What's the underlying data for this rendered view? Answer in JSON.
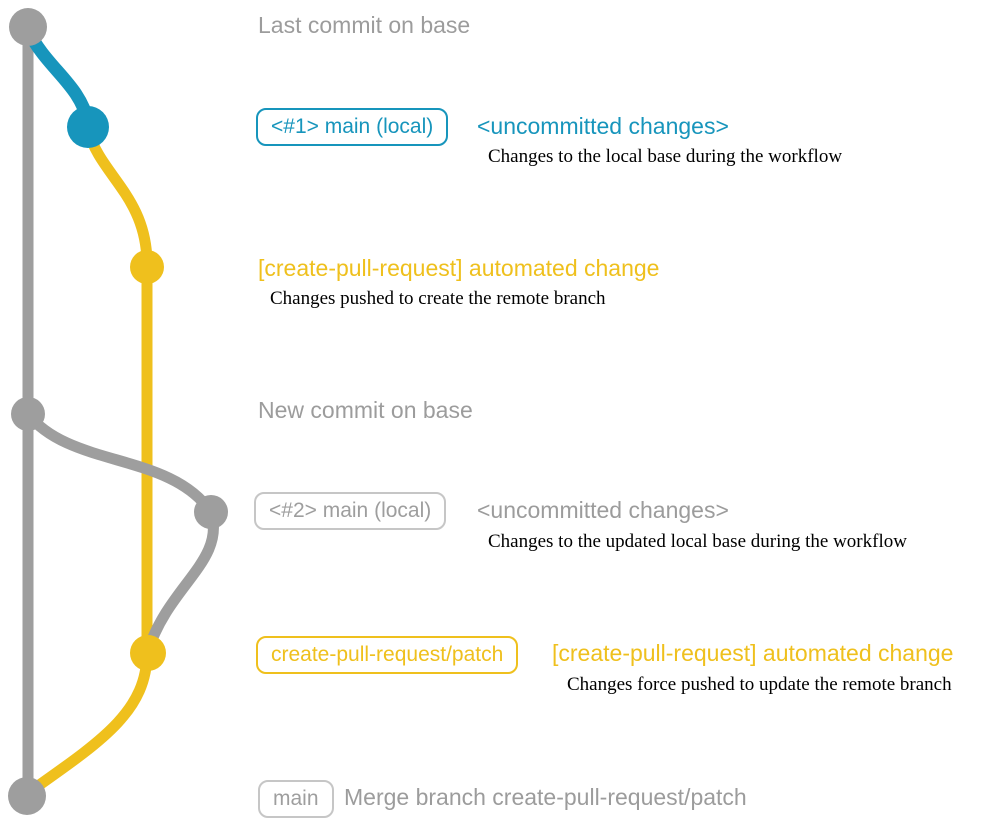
{
  "colors": {
    "graph_gray": "#9E9E9E",
    "blue": "#1795BC",
    "yellow": "#EFC01D",
    "text_gray": "#9C9C9C",
    "border_gray": "#C6C6C6",
    "desc_black": "#000000"
  },
  "rows": [
    {
      "heading": "Last commit on base"
    },
    {
      "badge": "<#1> main (local)",
      "title": "<uncommitted changes>",
      "desc": "Changes to the local base during the workflow"
    },
    {
      "title": "[create-pull-request] automated change",
      "desc": "Changes pushed to create the remote branch"
    },
    {
      "heading": "New commit on base"
    },
    {
      "badge": "<#2> main (local)",
      "title": "<uncommitted changes>",
      "desc": "Changes to the updated local base during the workflow"
    },
    {
      "badge": "create-pull-request/patch",
      "title": "[create-pull-request] automated change",
      "desc": "Changes force pushed to update the remote branch"
    },
    {
      "badge": "main",
      "title": "Merge branch create-pull-request/patch"
    }
  ],
  "graph": {
    "commit_dots": [
      {
        "name": "last-commit-on-base",
        "color": "gray"
      },
      {
        "name": "main-local-1-commit",
        "color": "blue"
      },
      {
        "name": "create-pull-request-commit-1",
        "color": "yellow"
      },
      {
        "name": "new-commit-on-base",
        "color": "gray"
      },
      {
        "name": "main-local-2-commit",
        "color": "gray"
      },
      {
        "name": "create-pull-request-commit-2",
        "color": "yellow"
      },
      {
        "name": "merge-commit-on-base",
        "color": "gray"
      }
    ]
  }
}
